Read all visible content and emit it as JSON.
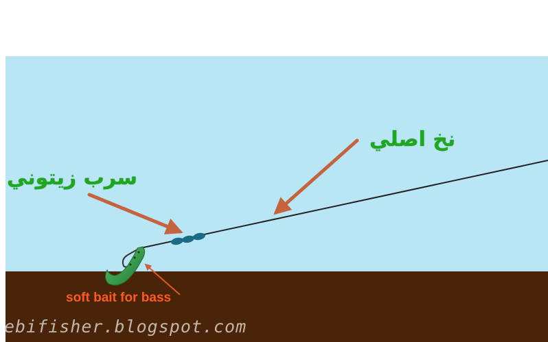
{
  "labels": {
    "main_line": "نخ اصلي",
    "sinker_weights": "سرب زيتوني",
    "soft_bait": "soft bait for bass",
    "watermark": "ebifisher.blogspot.com"
  },
  "colors": {
    "water": "#b8e6f5",
    "riverbed": "#4a2408",
    "arabic_label": "#1fa81f",
    "bait_label": "#ff5a1e",
    "arrow": "#c4633c",
    "sinker": "#1c6b86",
    "lure": "#3aa04a",
    "fishing_line": "#222222"
  }
}
